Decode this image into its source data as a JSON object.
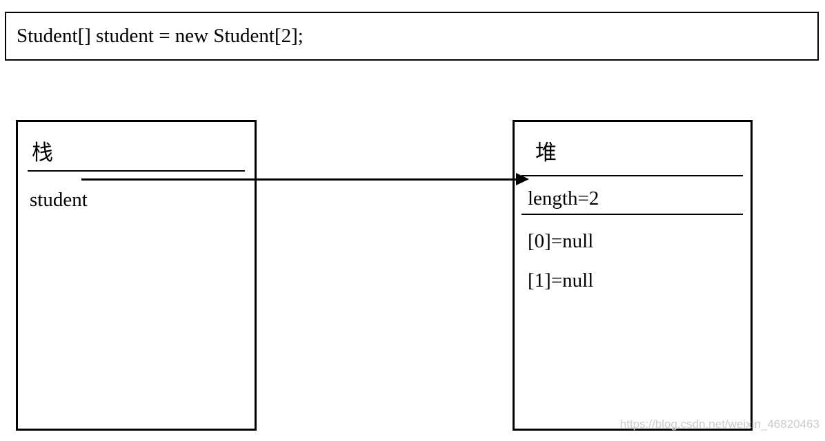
{
  "code_box": {
    "code": "Student[] student = new Student[2];"
  },
  "stack_box": {
    "title": "栈",
    "variable": "student"
  },
  "heap_box": {
    "title": "堆",
    "length": "length=2",
    "elements": [
      "[0]=null",
      "[1]=null"
    ]
  },
  "watermark": "https://blog.csdn.net/weixin_46820463",
  "colors": {
    "background": "#ffffff",
    "border": "#000000",
    "text": "#000000",
    "watermark": "#cbcbcb"
  }
}
